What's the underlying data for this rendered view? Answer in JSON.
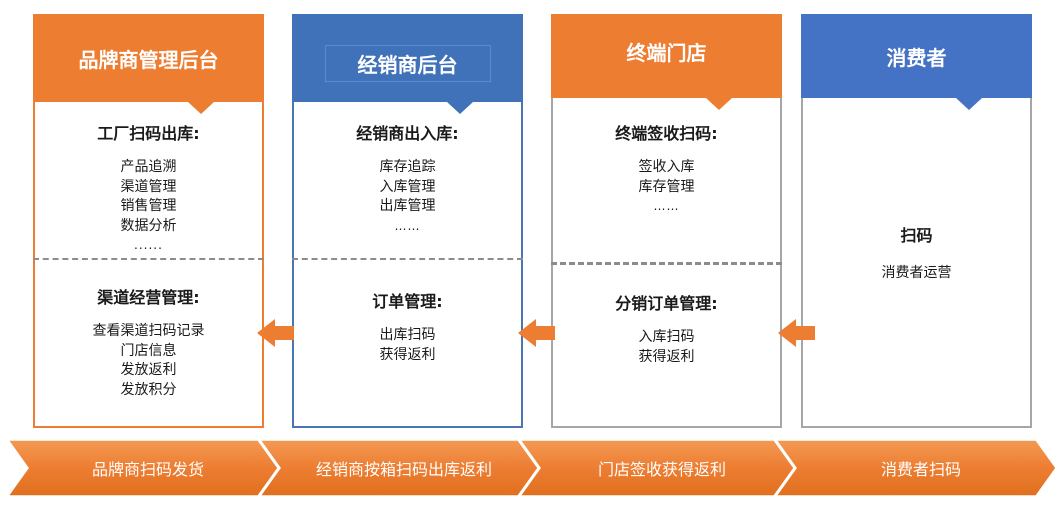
{
  "panels": [
    {
      "title": "品牌商管理后台",
      "top_heading": "工厂扫码出库:",
      "top_items": [
        "产品追溯",
        "渠道管理",
        "销售管理",
        "数据分析"
      ],
      "top_dots": "......",
      "bottom_heading": "渠道经营管理:",
      "bottom_items": [
        "查看渠道扫码记录",
        "门店信息",
        "发放返利",
        "发放积分"
      ]
    },
    {
      "title": "经销商后台",
      "top_heading": "经销商出入库:",
      "top_items": [
        "库存追踪",
        "入库管理",
        "出库管理"
      ],
      "top_dots": "……",
      "bottom_heading": "订单管理:",
      "bottom_items": [
        "出库扫码",
        "获得返利"
      ]
    },
    {
      "title": "终端门店",
      "top_heading": "终端签收扫码:",
      "top_items": [
        "签收入库",
        "库存管理"
      ],
      "top_dots": "……",
      "bottom_heading": "分销订单管理:",
      "bottom_items": [
        "入库扫码",
        "获得返利"
      ]
    },
    {
      "title": "消费者",
      "heading": "扫码",
      "item": "消费者运营"
    }
  ],
  "flow": [
    "品牌商扫码发货",
    "经销商按箱扫码出库返利",
    "门店签收获得返利",
    "消费者扫码"
  ],
  "colors": {
    "orange": "#ed7d31",
    "blue": "#4472c4",
    "gray": "#a6a6a6"
  }
}
